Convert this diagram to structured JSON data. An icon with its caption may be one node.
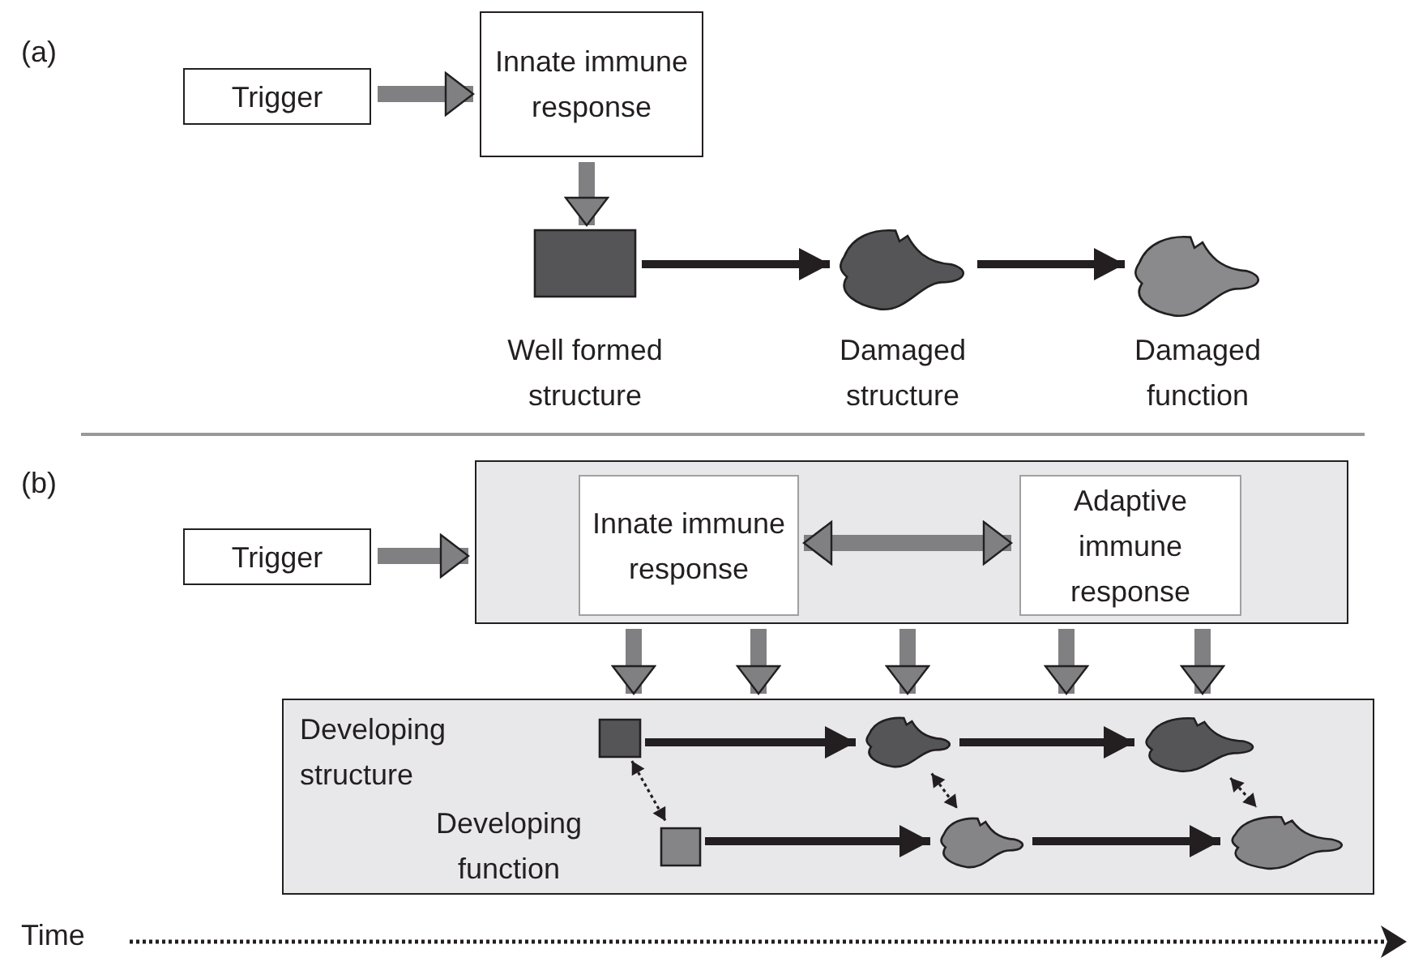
{
  "diagram": {
    "nodes": [
      {
        "text": [
          "Trigger"
        ]
      },
      {
        "text": [
          "Innate immune response"
        ]
      },
      {
        "text": [],
        "shape": "box",
        "beside": [
          "Well formed structure"
        ]
      },
      {
        "text": [],
        "shape": "blob",
        "beside": [
          "Damaged structure"
        ]
      },
      {
        "text": [],
        "shape": "blob",
        "beside": [
          "Damaged function"
        ]
      },
      {
        "text": [],
        "shape": "box"
      },
      {
        "text": [
          "Innate immune response"
        ],
        "in": 5
      },
      {
        "text": [
          "Adaptive immune response"
        ],
        "in": 5
      },
      {
        "text": [
          "Trigger"
        ]
      },
      {
        "text": [
          "Developing structure",
          "Developing function"
        ]
      },
      {
        "text": [],
        "shape": "box",
        "in": 9
      },
      {
        "text": [],
        "shape": "blob",
        "in": 9
      },
      {
        "text": [],
        "shape": "blob",
        "in": 9
      },
      {
        "text": [],
        "shape": "box",
        "in": 9
      },
      {
        "text": [],
        "shape": "blob",
        "in": 9
      },
      {
        "text": [],
        "shape": "blob",
        "in": 9
      }
    ],
    "edges": [
      {
        "from": 0,
        "to": 1,
        "arrow": "to",
        "style": "thick"
      },
      {
        "from": 1,
        "to": 2,
        "arrow": "to",
        "style": "thick"
      },
      {
        "from": 2,
        "to": 3,
        "arrow": "to",
        "color": "#231f20"
      },
      {
        "from": 3,
        "to": 4,
        "arrow": "to",
        "color": "#231f20"
      },
      {
        "from": 8,
        "to": 5,
        "arrow": "to",
        "style": "thick"
      },
      {
        "from": 6,
        "to": 7,
        "arrow": "both",
        "style": "thick"
      },
      {
        "from": 5,
        "to": 9,
        "arrow": "to",
        "style": "thick"
      },
      {
        "from": 5,
        "to": 9,
        "arrow": "to",
        "style": "thick"
      },
      {
        "from": 5,
        "to": 9,
        "arrow": "to",
        "style": "thick"
      },
      {
        "from": 5,
        "to": 9,
        "arrow": "to",
        "style": "thick"
      },
      {
        "from": 5,
        "to": 9,
        "arrow": "to",
        "style": "thick"
      },
      {
        "from": 10,
        "to": 11,
        "arrow": "to",
        "color": "#231f20"
      },
      {
        "from": 11,
        "to": 12,
        "arrow": "to",
        "color": "#231f20"
      },
      {
        "from": 13,
        "to": 14,
        "arrow": "to",
        "color": "#231f20"
      },
      {
        "from": 14,
        "to": 15,
        "arrow": "to",
        "color": "#231f20"
      },
      {
        "from": 10,
        "to": 13,
        "arrow": "both",
        "style": "dashed",
        "color": "#231f20"
      },
      {
        "from": 11,
        "to": 14,
        "arrow": "both",
        "style": "dashed",
        "color": "#231f20"
      },
      {
        "from": 12,
        "to": 15,
        "arrow": "both",
        "style": "dashed",
        "color": "#231f20"
      }
    ],
    "labels": [
      "(a)",
      "(b)",
      "Time"
    ]
  }
}
